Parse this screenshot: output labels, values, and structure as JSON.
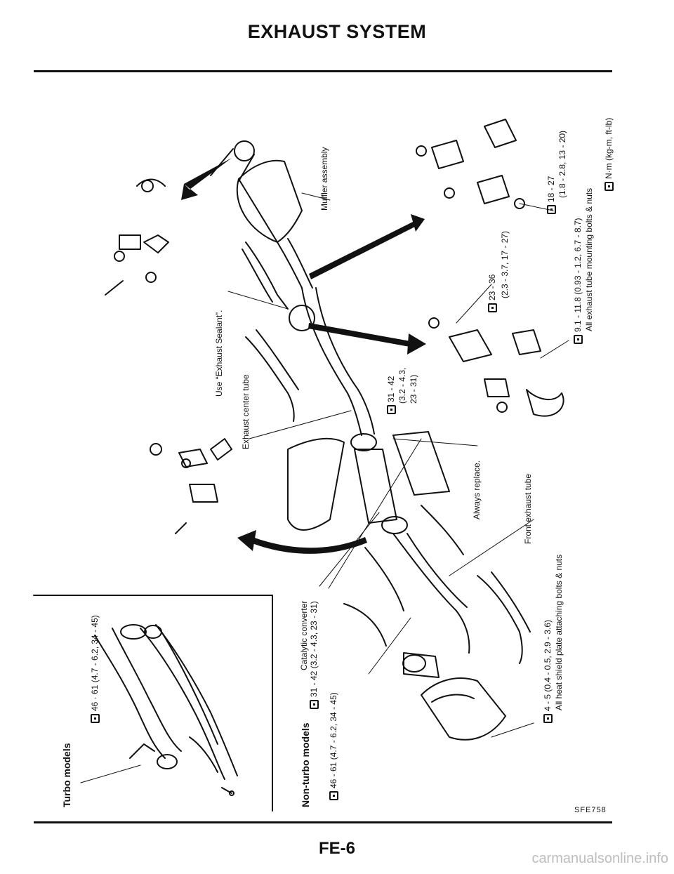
{
  "title": "EXHAUST SYSTEM",
  "page_number": "FE-6",
  "watermark": "carmanualsonline.info",
  "figure_code": "SFE758",
  "labels": {
    "turbo_models": "Turbo models",
    "non_turbo_models": "Non-turbo models",
    "turbo_torque": "46 · 61 (4.7 - 6.2, 34 - 45)",
    "nonturbo_torque_a": "46 - 61 (4.7 - 6.2, 34 - 45)",
    "nonturbo_torque_b": "31 - 42 (3.2 - 4.3, 23 - 31)",
    "catalytic_converter": "Catalytic converter",
    "heat_shield_torque": "4 - 5 (0.4 - 0.5, 2.9 - 3.6)",
    "heat_shield_note": "All heat shield plate attaching bolts & nuts",
    "front_exhaust_tube": "Front exhaust tube",
    "always_replace": "Always replace.",
    "exhaust_center_tube": "Exhaust center tube",
    "use_sealant": "Use “Exhaust Sealant”.",
    "center_torque_1": "31 - 42",
    "center_torque_2": "(3.2 - 4.3,",
    "center_torque_3": "23 - 31)",
    "muffler_assembly": "Muffler assembly",
    "mount_torque_1": "23 - 36",
    "mount_torque_2": "(2.3 - 3.7, 17 - 27)",
    "mount_note_torque": "9.1 - 11.8 (0.93 - 1.2, 6.7 - 8.7)",
    "mount_note": "All exhaust tube mounting bolts & nuts",
    "bracket_torque_1": "18 - 27",
    "bracket_torque_2": "(1.8 - 2.8, 13 - 20)",
    "units_note": "N·m (kg-m, ft-lb)"
  }
}
